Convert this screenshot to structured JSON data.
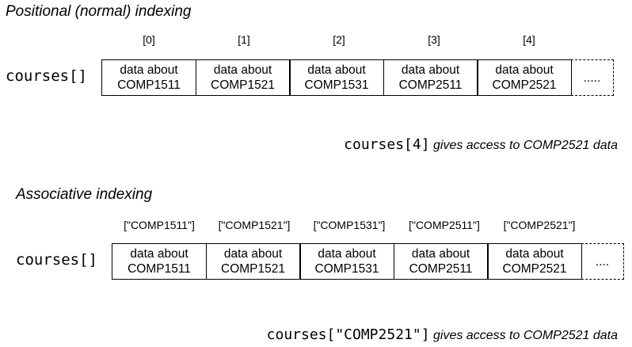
{
  "positional": {
    "heading": "Positional (normal) indexing",
    "array_label": "courses[]",
    "indices": [
      "[0]",
      "[1]",
      "[2]",
      "[3]",
      "[4]"
    ],
    "cells": [
      {
        "line1": "data about",
        "line2": "COMP1511"
      },
      {
        "line1": "data about",
        "line2": "COMP1521"
      },
      {
        "line1": "data about",
        "line2": "COMP1531"
      },
      {
        "line1": "data about",
        "line2": "COMP2511"
      },
      {
        "line1": "data about",
        "line2": "COMP2521"
      }
    ],
    "more": ".....",
    "caption_code": "courses[4]",
    "caption_text": " gives access to COMP2521 data"
  },
  "associative": {
    "heading": "Associative indexing",
    "array_label": "courses[]",
    "indices": [
      "[\"COMP1511\"]",
      "[\"COMP1521\"]",
      "[\"COMP1531\"]",
      "[\"COMP2511\"]",
      "[\"COMP2521\"]"
    ],
    "cells": [
      {
        "line1": "data about",
        "line2": "COMP1511"
      },
      {
        "line1": "data about",
        "line2": "COMP1521"
      },
      {
        "line1": "data about",
        "line2": "COMP1531"
      },
      {
        "line1": "data about",
        "line2": "COMP2511"
      },
      {
        "line1": "data about",
        "line2": "COMP2521"
      }
    ],
    "more": "....",
    "caption_code": "courses[\"COMP2521\"]",
    "caption_text": " gives access to COMP2521 data"
  }
}
